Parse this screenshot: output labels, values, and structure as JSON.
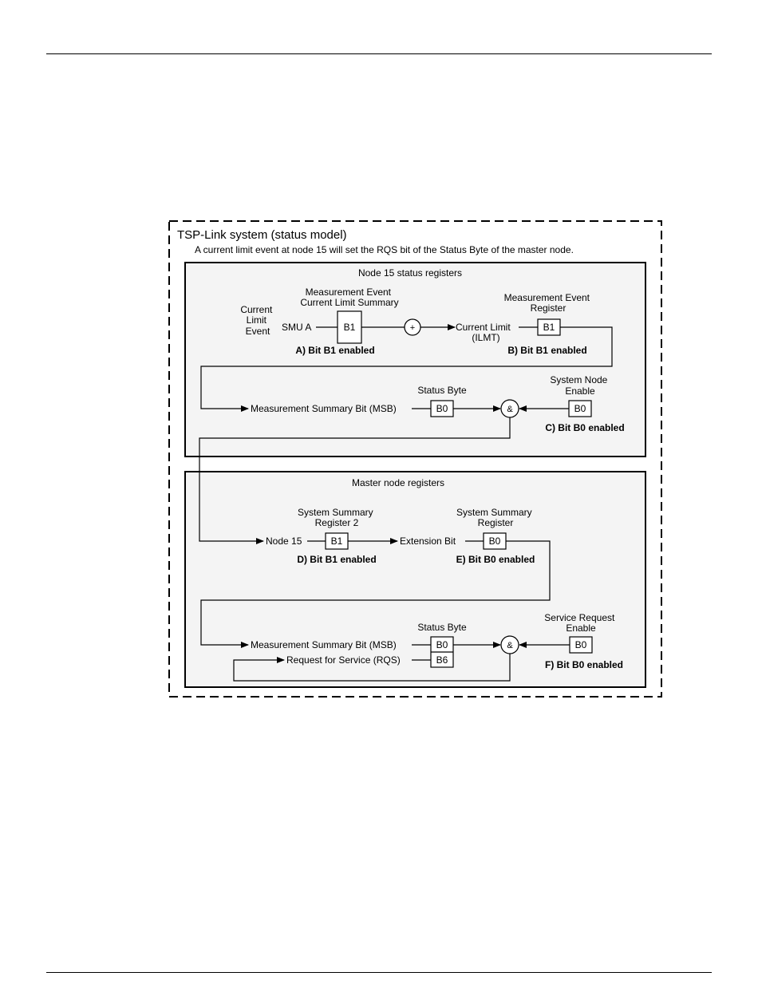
{
  "diagram": {
    "title": "TSP-Link system (status model)",
    "subtitle": "A current limit event at node 15 will set the RQS bit of the Status Byte of the master node.",
    "node15": {
      "heading": "Node 15 status registers",
      "current_limit_event": [
        "Current",
        "Limit",
        "Event"
      ],
      "smu_label": "SMU A",
      "meas_event_summary": [
        "Measurement Event",
        "Current Limit Summary"
      ],
      "bit_a": "B1",
      "enabled_a": "A) Bit B1 enabled",
      "or_symbol": "+",
      "current_limit": "Current Limit",
      "ilmt": "(ILMT)",
      "meas_event_register": [
        "Measurement Event",
        "Register"
      ],
      "bit_b": "B1",
      "enabled_b": "B) Bit B1 enabled",
      "msb_label": "Measurement Summary Bit (MSB)",
      "status_byte": "Status Byte",
      "bit_sb": "B0",
      "and_symbol": "&",
      "system_node_enable": [
        "System Node",
        "Enable"
      ],
      "bit_c": "B0",
      "enabled_c": "C) Bit B0 enabled"
    },
    "master": {
      "heading": "Master node registers",
      "node15_label": "Node 15",
      "system_summary_2": [
        "System Summary",
        "Register 2"
      ],
      "bit_d": "B1",
      "enabled_d": "D) Bit B1 enabled",
      "extension_bit": "Extension Bit",
      "system_summary": [
        "System Summary",
        "Register"
      ],
      "bit_e": "B0",
      "enabled_e": "E) Bit B0 enabled",
      "msb_label": "Measurement Summary Bit (MSB)",
      "rqs_label": "Request for Service (RQS)",
      "status_byte": "Status Byte",
      "bit_msb": "B0",
      "bit_rqs": "B6",
      "and_symbol": "&",
      "service_request_enable": [
        "Service Request",
        "Enable"
      ],
      "bit_f": "B0",
      "enabled_f": "F) Bit B0 enabled"
    }
  }
}
